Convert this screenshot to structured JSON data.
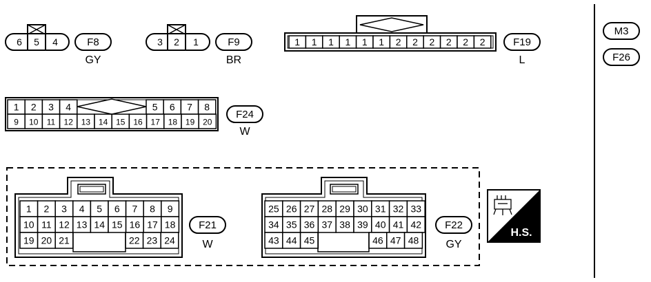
{
  "connectors": [
    {
      "id": "F8",
      "pins": [
        "6",
        "5",
        "4"
      ],
      "color": "GY"
    },
    {
      "id": "F9",
      "pins": [
        "3",
        "2",
        "1"
      ],
      "color": "BR"
    },
    {
      "id": "F19",
      "pins": [
        "1",
        "1",
        "1",
        "1",
        "1",
        "1",
        "2",
        "2",
        "2",
        "2",
        "2",
        "2"
      ],
      "color": "L"
    },
    {
      "id": "F24",
      "top_left": [
        "1",
        "2",
        "3",
        "4"
      ],
      "top_right": [
        "5",
        "6",
        "7",
        "8"
      ],
      "bottom": [
        "9",
        "10",
        "11",
        "12",
        "13",
        "14",
        "15",
        "16",
        "17",
        "18",
        "19",
        "20"
      ],
      "color": "W"
    },
    {
      "id": "F21",
      "row1": [
        "1",
        "2",
        "3",
        "4",
        "5",
        "6",
        "7",
        "8",
        "9"
      ],
      "row2": [
        "10",
        "11",
        "12",
        "13",
        "14",
        "15",
        "16",
        "17",
        "18"
      ],
      "row3_left": [
        "19",
        "20",
        "21"
      ],
      "row3_right": [
        "22",
        "23",
        "24"
      ],
      "color": "W"
    },
    {
      "id": "F22",
      "row1": [
        "25",
        "26",
        "27",
        "28",
        "29",
        "30",
        "31",
        "32",
        "33"
      ],
      "row2": [
        "34",
        "35",
        "36",
        "37",
        "38",
        "39",
        "40",
        "41",
        "42"
      ],
      "row3_left": [
        "43",
        "44",
        "45"
      ],
      "row3_right": [
        "46",
        "47",
        "48"
      ],
      "color": "GY"
    }
  ],
  "side_labels": [
    "M3",
    "F26"
  ],
  "hs_label": "H.S.",
  "colors": {
    "line": "#000000",
    "background": "#ffffff"
  }
}
